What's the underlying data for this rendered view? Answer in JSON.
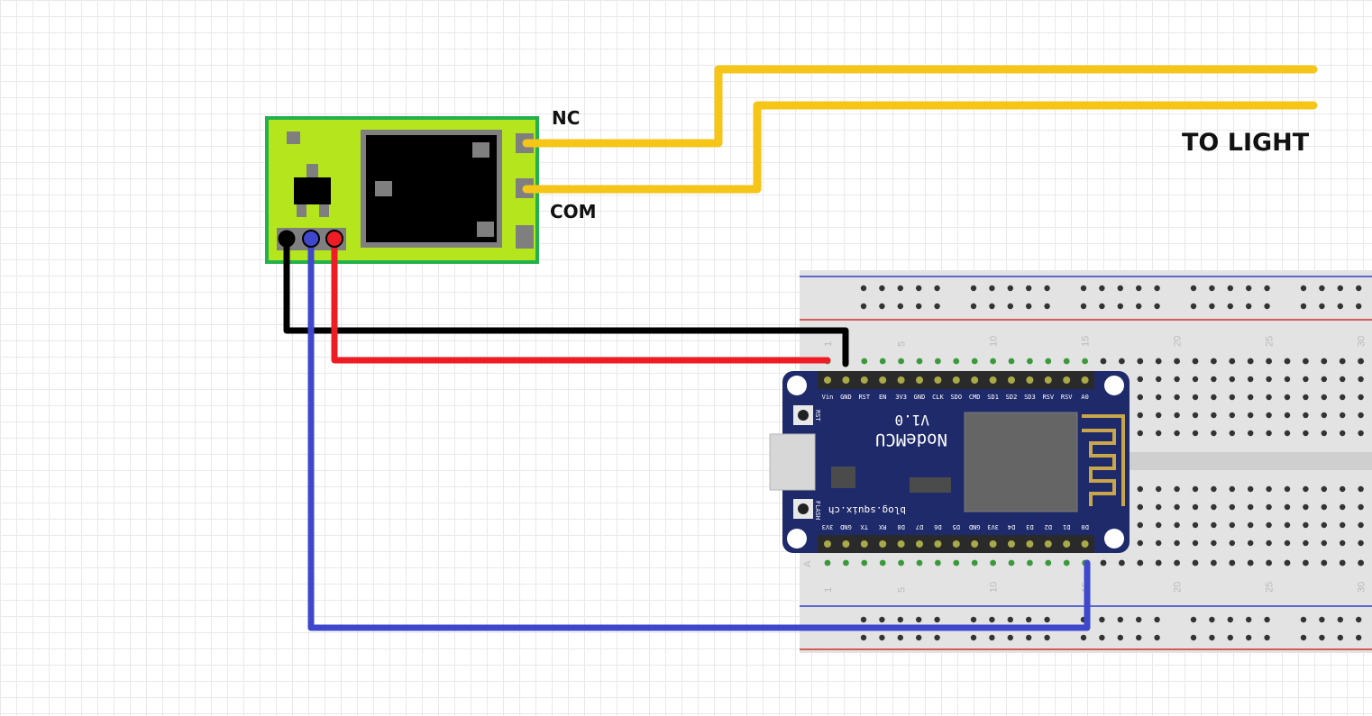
{
  "relay_module": {
    "label_nc": "NC",
    "label_com": "COM"
  },
  "output_label": "TO LIGHT",
  "nodemcu": {
    "model": "NodeMCU",
    "version": "V1.0",
    "website": "blog.squix.ch",
    "rst_label": "RST",
    "flash_label": "FLASH",
    "top_pins": [
      "Vin",
      "GND",
      "RST",
      "EN",
      "3V3",
      "GND",
      "CLK",
      "SDO",
      "CMD",
      "SD1",
      "SD2",
      "SD3",
      "RSV",
      "RSV",
      "A0"
    ],
    "bottom_pins": [
      "3V3",
      "GND",
      "TX",
      "RX",
      "D8",
      "D7",
      "D6",
      "D5",
      "GND",
      "3V3",
      "D4",
      "D3",
      "D2",
      "D1",
      "D0"
    ]
  },
  "breadboard": {
    "column_numbers": [
      "1",
      "5",
      "10",
      "15",
      "20",
      "25",
      "30"
    ],
    "row_letter": "A"
  },
  "colors": {
    "relay_board": "#b5e61d",
    "relay_border": "#22b14c",
    "light_wires": "#f5c518",
    "gnd_wire": "#000000",
    "vcc_wire": "#ee1c24",
    "signal_wire": "#3f48cc",
    "nodemcu_board": "#1f2a6b"
  }
}
